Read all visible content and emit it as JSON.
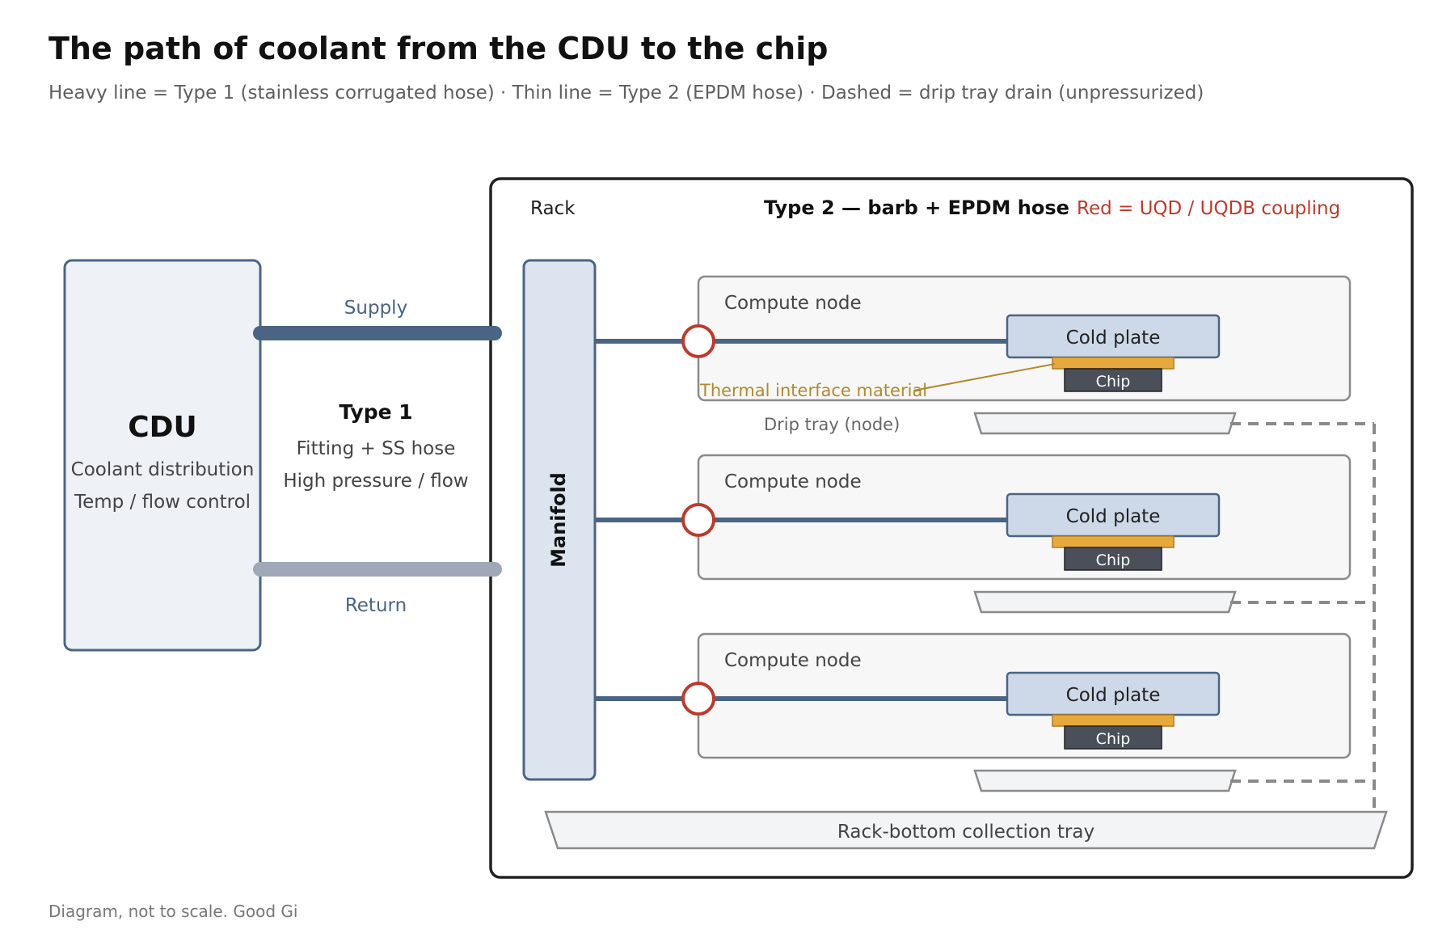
{
  "header": {
    "title": "The path of coolant from the CDU to the chip",
    "subtitle": "Heavy line = Type 1 (stainless corrugated hose) · Thin line = Type 2 (EPDM hose) · Dashed = drip tray drain (unpressurized)"
  },
  "cdu": {
    "title": "CDU",
    "line1": "Coolant distribution",
    "line2": "Temp / flow control"
  },
  "type1": {
    "supply_label": "Supply",
    "return_label": "Return",
    "title": "Type 1",
    "line1": "Fitting + SS hose",
    "line2": "High pressure / flow"
  },
  "rack": {
    "label": "Rack",
    "type2_label": "Type 2 — barb + EPDM hose",
    "coupling_legend": "Red = UQD / UQDB coupling",
    "manifold_label": "Manifold",
    "nodes": [
      {
        "label": "Compute node",
        "cold_plate": "Cold plate",
        "chip": "Chip"
      },
      {
        "label": "Compute node",
        "cold_plate": "Cold plate",
        "chip": "Chip"
      },
      {
        "label": "Compute node",
        "cold_plate": "Cold plate",
        "chip": "Chip"
      }
    ],
    "tim_label": "Thermal interface material",
    "drip_tray_label": "Drip tray (node)",
    "collection_tray_label": "Rack-bottom collection tray"
  },
  "colors": {
    "supply_line": "#4a6584",
    "return_line": "#9ea8b6",
    "coupling": "#c0392b",
    "tim": "#e8a93c",
    "tim_text": "#b08a2e",
    "chip": "#4a4f5a",
    "cold_plate": "#cdd9e8",
    "manifold": "#dbe4ef",
    "cdu_fill": "#eef1f6"
  },
  "footer": {
    "note": "Diagram, not to scale. Good Gi"
  }
}
